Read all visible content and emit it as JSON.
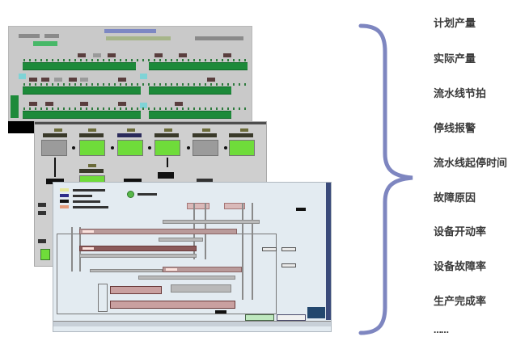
{
  "composite": {
    "description_panels": [
      {
        "name": "production-line-overview-screen"
      },
      {
        "name": "process-flow-screen"
      },
      {
        "name": "track-layout-screen"
      }
    ],
    "accent_colors": {
      "bar_green": "#1d8a3a",
      "station_green": "#6fdc3a",
      "track_pink": "#b99a9a",
      "brace": "#7e86c0"
    }
  },
  "features": {
    "items": [
      {
        "label": "计划产量"
      },
      {
        "label": "实际产量"
      },
      {
        "label": "流水线节拍"
      },
      {
        "label": "停线报警"
      },
      {
        "label": "流水线起停时间"
      },
      {
        "label": "故障原因"
      },
      {
        "label": "设备开动率"
      },
      {
        "label": "设备故障率"
      },
      {
        "label": "生产完成率"
      },
      {
        "label": "……"
      }
    ]
  }
}
